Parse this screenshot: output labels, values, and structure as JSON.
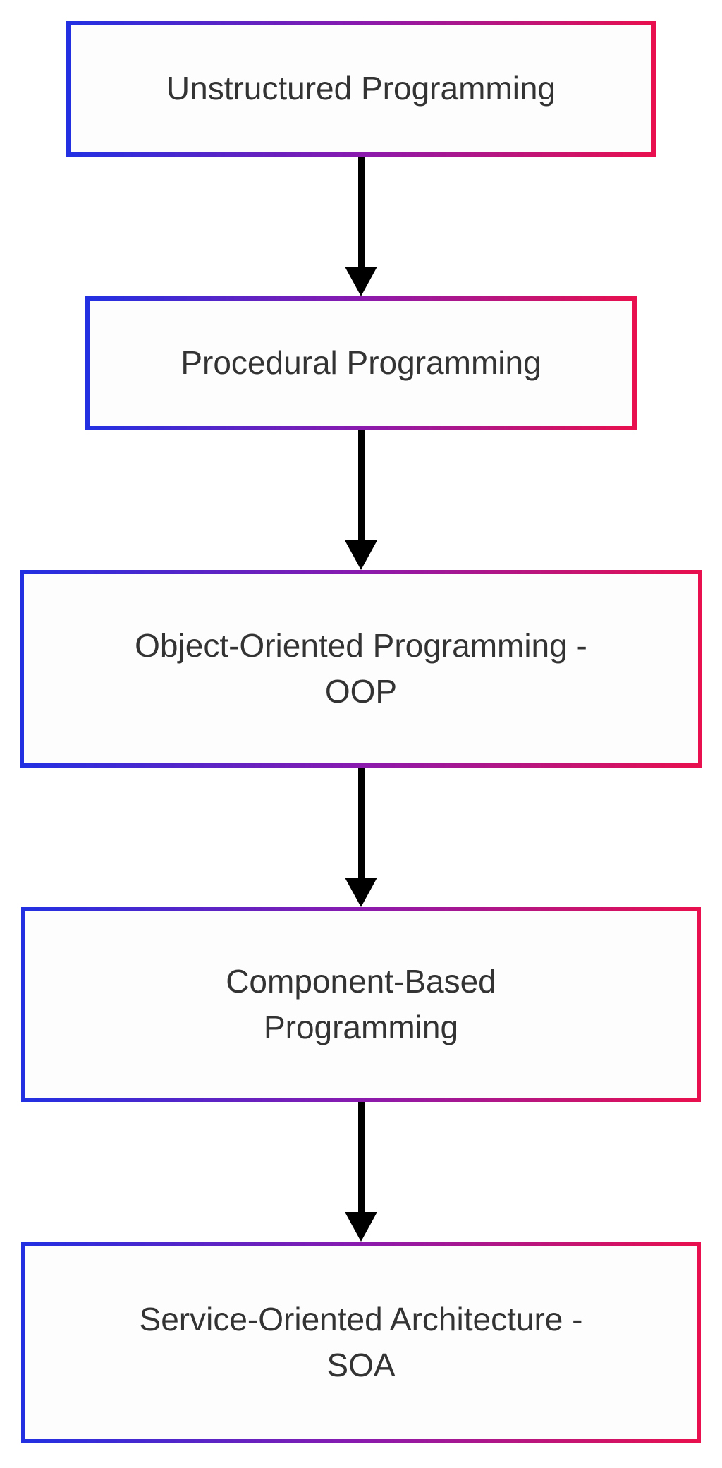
{
  "diagram": {
    "type": "flowchart",
    "direction": "top-down",
    "nodes": [
      {
        "id": "unstructured",
        "label": "Unstructured Programming"
      },
      {
        "id": "procedural",
        "label": "Procedural Programming"
      },
      {
        "id": "oop",
        "label": "Object-Oriented Programming -\nOOP"
      },
      {
        "id": "component-based",
        "label": "Component-Based\nProgramming"
      },
      {
        "id": "soa",
        "label": "Service-Oriented Architecture -\nSOA"
      }
    ],
    "edges": [
      {
        "from": "unstructured",
        "to": "procedural",
        "style": "arrow-down"
      },
      {
        "from": "procedural",
        "to": "oop",
        "style": "arrow-down"
      },
      {
        "from": "oop",
        "to": "component-based",
        "style": "arrow-down"
      },
      {
        "from": "component-based",
        "to": "soa",
        "style": "arrow-down"
      }
    ],
    "colors": {
      "border_gradient_start": "#2230e2",
      "border_gradient_mid": "#8a1aae",
      "border_gradient_end": "#e8104e",
      "arrow": "#000000",
      "text": "#333333",
      "box_fill": "#fdfdfd",
      "background": "#ffffff"
    }
  }
}
